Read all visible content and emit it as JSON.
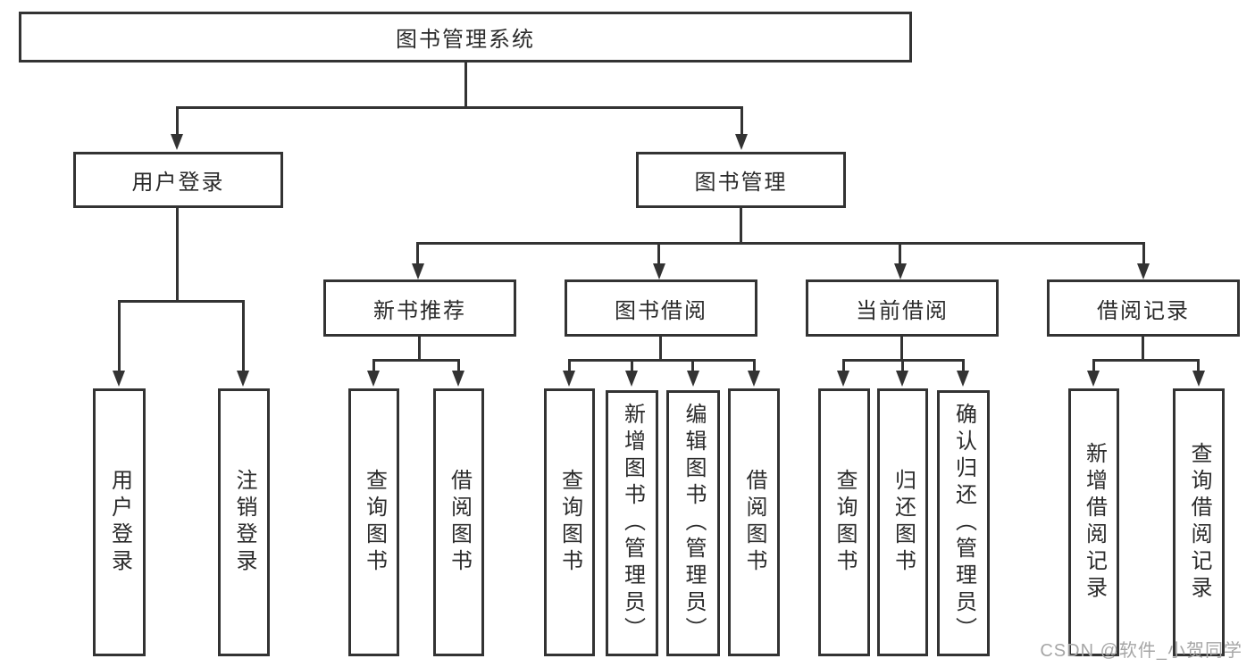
{
  "nodes": {
    "root": "图书管理系统",
    "user_login": "用户登录",
    "book_mgmt": "图书管理",
    "new_book_rec": "新书推荐",
    "book_borrow": "图书借阅",
    "current_borrow": "当前借阅",
    "borrow_record": "借阅记录",
    "ul_login": "用户登录",
    "ul_logout": "注销登录",
    "nbr_query": "查询图书",
    "nbr_borrow": "借阅图书",
    "bb_query": "查询图书",
    "bb_add": "新增图书（管理员）",
    "bb_edit": "编辑图书（管理员）",
    "bb_borrow": "借阅图书",
    "cb_query": "查询图书",
    "cb_return": "归还图书",
    "cb_confirm": "确认归还（管理员）",
    "br_add": "新增借阅记录",
    "br_query": "查询借阅记录"
  },
  "hierarchy": {
    "图书管理系统": [
      "用户登录",
      "图书管理"
    ],
    "用户登录": [
      "用户登录",
      "注销登录"
    ],
    "图书管理": [
      "新书推荐",
      "图书借阅",
      "当前借阅",
      "借阅记录"
    ],
    "新书推荐": [
      "查询图书",
      "借阅图书"
    ],
    "图书借阅": [
      "查询图书",
      "新增图书（管理员）",
      "编辑图书（管理员）",
      "借阅图书"
    ],
    "当前借阅": [
      "查询图书",
      "归还图书",
      "确认归还（管理员）"
    ],
    "借阅记录": [
      "新增借阅记录",
      "查询借阅记录"
    ]
  },
  "watermark": "CSDN @软件_小贺同学",
  "colors": {
    "line": "#333333",
    "text": "#2b2b2b",
    "watermark": "#a6a6a6",
    "background": "#ffffff"
  }
}
